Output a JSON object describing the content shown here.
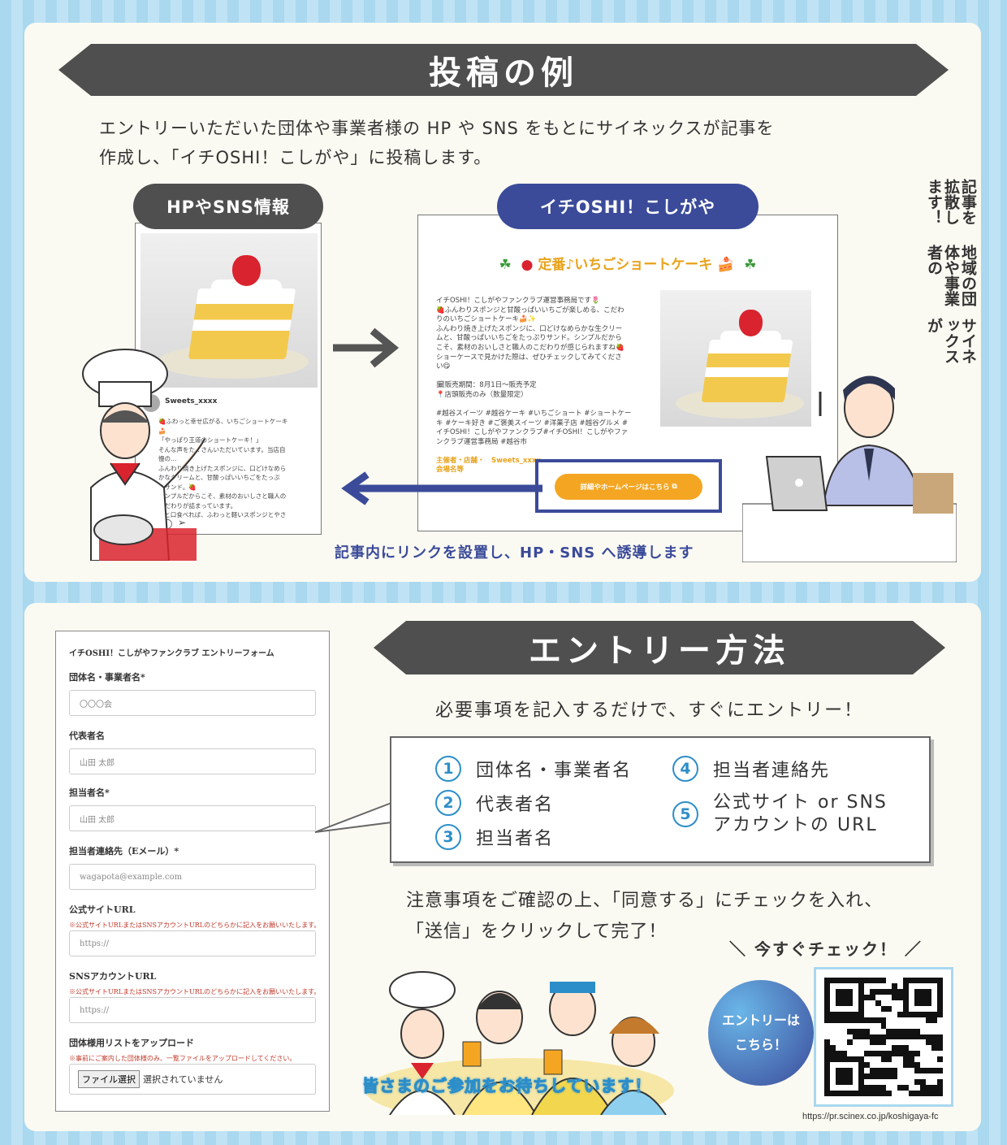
{
  "section1": {
    "title": "投稿の例",
    "intro_line1": "エントリーいただいた団体や事業者様の HP や SNS をもとにサイネックスが記事を",
    "intro_line2": "作成し、「イチOSHI！こしがや」に投稿します。",
    "left_pill": "HPやSNS情報",
    "right_pill": "イチOSHI！こしがや",
    "sns_post": {
      "username": "Sweets_xxxx",
      "lines": [
        "🍓ふわっと幸せ広がる、いちごショートケーキ",
        "🍰",
        "「やっぱり王道のショートケーキ！」",
        "そんな声をたくさんいただいています。当店自",
        "慢の…",
        "ふんわり焼き上げたスポンジに、口どけなめら",
        "かなクリームと、甘酸っぱいいちごをたっぷ",
        "りサンド。🍓",
        "シンプルだからこそ、素材のおいしさと職人の",
        "こだわりが詰まっています。",
        "ひと口食べれば、ふわっと軽いスポンジとやさ"
      ]
    },
    "article": {
      "heading": "定番♪いちごショートケーキ",
      "body": [
        "イチOSHI！こしがやファンクラブ運営事務局です🌷",
        "🍓ふんわりスポンジと甘酸っぱいいちごが楽しめる、こだわ",
        "りのいちごショートケーキ🍰✨",
        "ふんわり焼き上げたスポンジに、口どけなめらかな生クリー",
        "ムと、甘酸っぱいいちごをたっぷりサンド。シンプルだから",
        "こそ、素材のおいしさと職人のこだわりが感じられますね🍓",
        "ショーケースで見かけた際は、ぜひチェックしてみてくださ",
        "い😋",
        "",
        "🗓販売期間：8月1日〜販売予定",
        "📍店頭販売のみ（数量限定）",
        "",
        "#越谷スイーツ #越谷ケーキ #いちごショート #ショートケー",
        "キ #ケーキ好き #ご褒美スイーツ #洋菓子店 #越谷グルメ #",
        "イチOSHI！こしがやファンクラブ#イチOSHI！こしがやファ",
        "ンクラブ運営事務局 #越谷市"
      ],
      "organizer_line1": "主催者・店舗・　Sweets_xxxx",
      "organizer_line2": "会場名等",
      "detail_button": "詳細やホームページはこちら"
    },
    "vertical_caption_lines": [
      "サイネックスが",
      "地域の団体や事業者の",
      "記事を拡散します！"
    ],
    "bottom_caption": "記事内にリンクを設置し、HP・SNS へ誘導します"
  },
  "section2": {
    "form": {
      "title": "イチOSHI！こしがやファンクラブ エントリーフォーム",
      "fields": [
        {
          "label": "団体名・事業者名*",
          "placeholder": "〇〇〇会"
        },
        {
          "label": "代表者名",
          "placeholder": "山田 太郎"
        },
        {
          "label": "担当者名*",
          "placeholder": "山田 太郎"
        },
        {
          "label": "担当者連絡先（Eメール）*",
          "placeholder": "wagapota@example.com"
        },
        {
          "label": "公式サイトURL",
          "note": "※公式サイトURLまたはSNSアカウントURLのどちらかに記入をお願いいたします。",
          "placeholder": "https://"
        },
        {
          "label": "SNSアカウントURL",
          "note": "※公式サイトURLまたはSNSアカウントURLのどちらかに記入をお願いいたします。",
          "placeholder": "https://"
        }
      ],
      "upload_label": "団体様用リストをアップロード",
      "upload_note": "※事前にご案内した団体様のみ、一覧ファイルをアップロードしてください。",
      "file_button": "ファイル選択",
      "file_status": "選択されていません"
    },
    "title": "エントリー方法",
    "subtitle": "必要事項を記入するだけで、すぐにエントリー！",
    "items": [
      {
        "num": "1",
        "text": "団体名・事業者名"
      },
      {
        "num": "2",
        "text": "代表者名"
      },
      {
        "num": "3",
        "text": "担当者名"
      },
      {
        "num": "4",
        "text": "担当者連絡先"
      },
      {
        "num": "5",
        "text_line1": "公式サイト or SNS",
        "text_line2": "アカウントの URL"
      }
    ],
    "notice_line1": "注意事項をご確認の上、「同意する」にチェックを入れ、",
    "notice_line2": "「送信」をクリックして完了！",
    "check_now": "＼ 今すぐチェック！ ／",
    "entry_circle_line1": "エントリーは",
    "entry_circle_line2": "こちら！",
    "welcome": "皆さまのご参加をお待ちしています！",
    "url": "https://pr.scinex.co.jp/koshigaya-fc"
  },
  "colors": {
    "navy": "#3b4b9a",
    "banner": "#4f4f4f",
    "orange": "#f4a623",
    "accent_blue": "#2c8ec9",
    "sky": "#a9d8ef"
  }
}
